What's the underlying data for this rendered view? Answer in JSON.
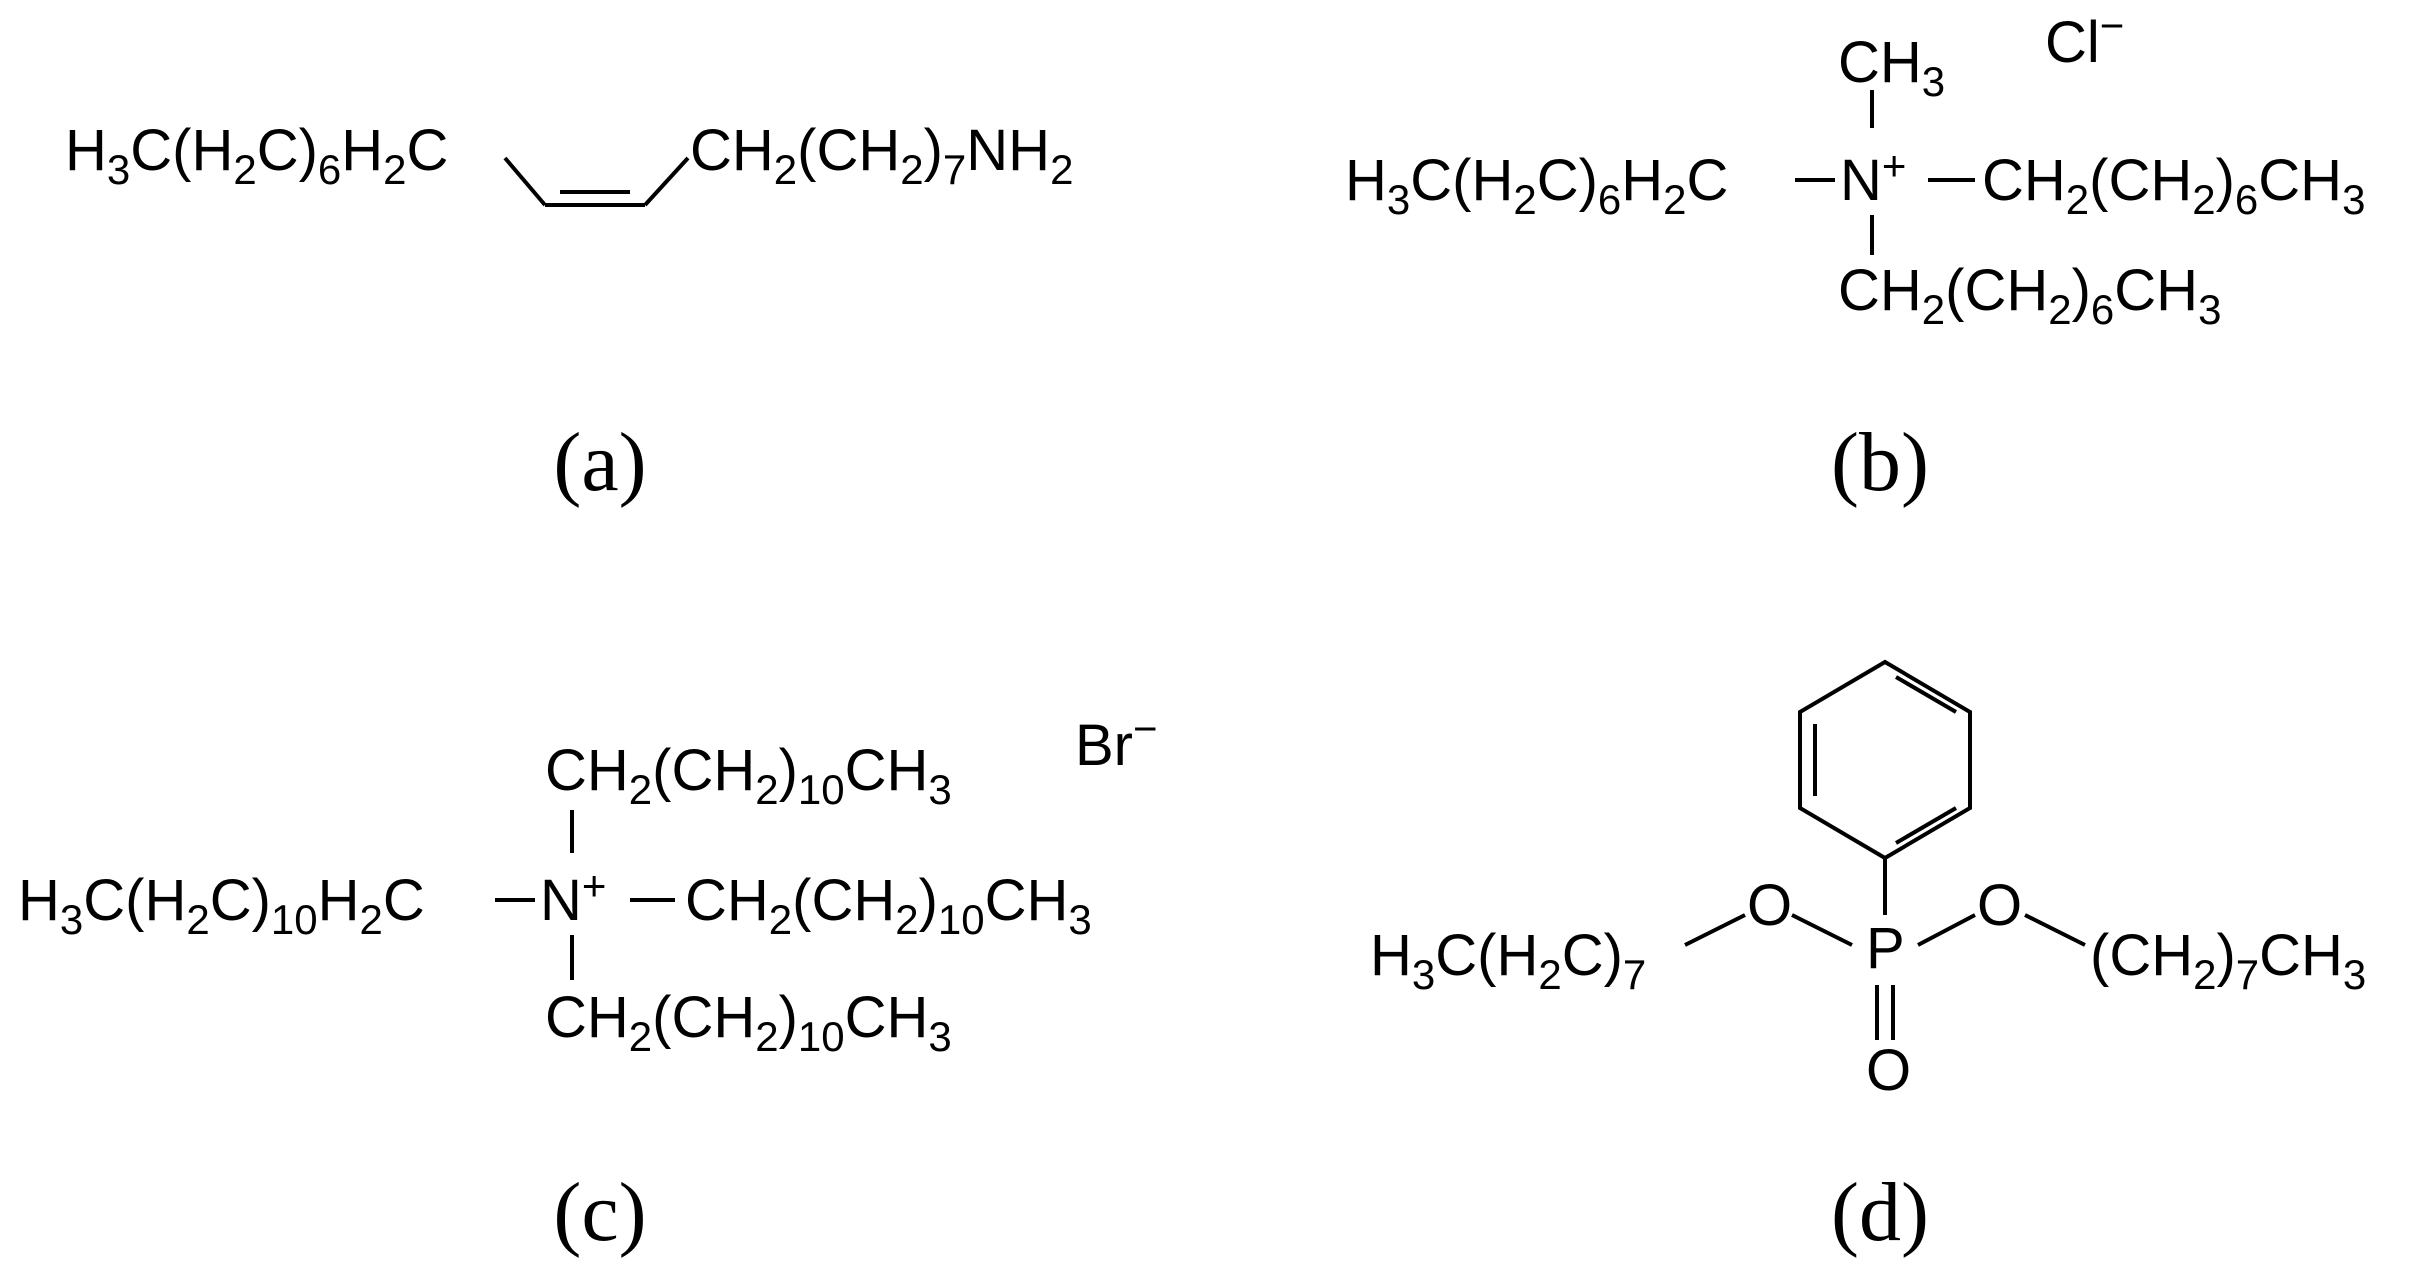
{
  "panels": {
    "a": {
      "caption": "(a)",
      "left_group": {
        "t1": "H",
        "s1": "3",
        "t2": "C(H",
        "s2": "2",
        "t3": "C)",
        "s3": "6",
        "t4": "H",
        "s4": "2",
        "t5": "C"
      },
      "right_group": {
        "t1": "CH",
        "s1": "2",
        "t2": "(CH",
        "s2": "2",
        "t3": ")",
        "s3": "7",
        "t4": "NH",
        "s4": "2"
      }
    },
    "b": {
      "caption": "(b)",
      "counter_ion": {
        "t": "Cl",
        "sup": "−"
      },
      "methyl": {
        "t1": "CH",
        "s1": "3"
      },
      "left_chain": {
        "t1": "H",
        "s1": "3",
        "t2": "C(H",
        "s2": "2",
        "t3": "C)",
        "s3": "6",
        "t4": "H",
        "s4": "2",
        "t5": "C"
      },
      "center": {
        "t": "N",
        "sup": "+"
      },
      "right_chain": {
        "t1": "CH",
        "s1": "2",
        "t2": "(CH",
        "s2": "2",
        "t3": ")",
        "s3": "6",
        "t4": "CH",
        "s4": "3"
      },
      "bottom_chain": {
        "t1": "CH",
        "s1": "2",
        "t2": "(CH",
        "s2": "2",
        "t3": ")",
        "s3": "6",
        "t4": "CH",
        "s4": "3"
      }
    },
    "c": {
      "caption": "(c)",
      "counter_ion": {
        "t": "Br",
        "sup": "−"
      },
      "top_chain": {
        "t1": "CH",
        "s1": "2",
        "t2": "(CH",
        "s2": "2",
        "t3": ")",
        "s3": "10",
        "t4": "CH",
        "s4": "3"
      },
      "left_chain": {
        "t1": "H",
        "s1": "3",
        "t2": "C(H",
        "s2": "2",
        "t3": "C)",
        "s3": "10",
        "t4": "H",
        "s4": "2",
        "t5": "C"
      },
      "center": {
        "t": "N",
        "sup": "+"
      },
      "right_chain": {
        "t1": "CH",
        "s1": "2",
        "t2": "(CH",
        "s2": "2",
        "t3": ")",
        "s3": "10",
        "t4": "CH",
        "s4": "3"
      },
      "bottom_chain": {
        "t1": "CH",
        "s1": "2",
        "t2": "(CH",
        "s2": "2",
        "t3": ")",
        "s3": "10",
        "t4": "CH",
        "s4": "3"
      }
    },
    "d": {
      "caption": "(d)",
      "left_chain": {
        "t1": "H",
        "s1": "3",
        "t2": "C(H",
        "s2": "2",
        "t3": "C)",
        "s3": "7"
      },
      "o_left": "O",
      "phosphorus": "P",
      "o_right": "O",
      "o_double": "O",
      "right_chain": {
        "t1": "(CH",
        "s1": "2",
        "t2": ")",
        "s2": "7",
        "t3": "CH",
        "s3": "3"
      }
    }
  }
}
